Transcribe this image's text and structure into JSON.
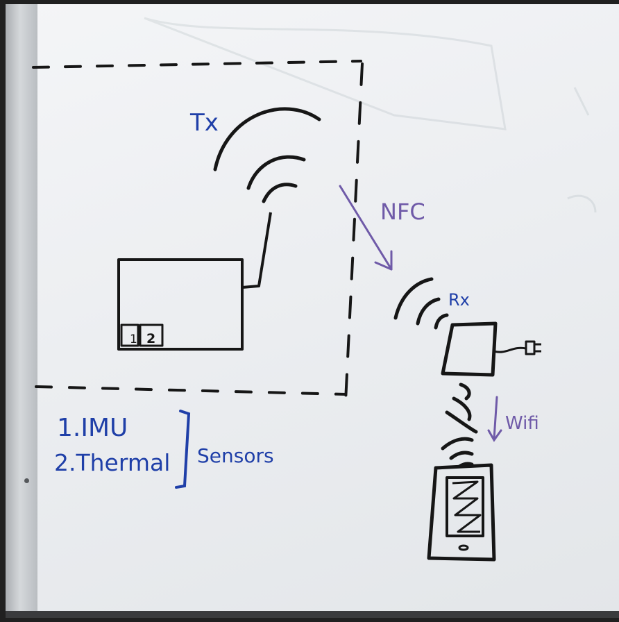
{
  "labels": {
    "tx": "Tx",
    "rx": "Rx",
    "nfc": "NFC",
    "wifi": "Wifi",
    "slot1": "1",
    "slot2": "2",
    "sensor1": "1.IMU",
    "sensor2": "2.Thermal",
    "sensors_group": "Sensors"
  },
  "ink_colors": {
    "black": "#161616",
    "blue": "#1f3fa8",
    "purple": "#6f5aa8",
    "dashed_boundary": "#161616"
  },
  "icons": [
    "antenna-icon",
    "signal-waves-icon",
    "power-plug-icon",
    "smartphone-icon"
  ]
}
